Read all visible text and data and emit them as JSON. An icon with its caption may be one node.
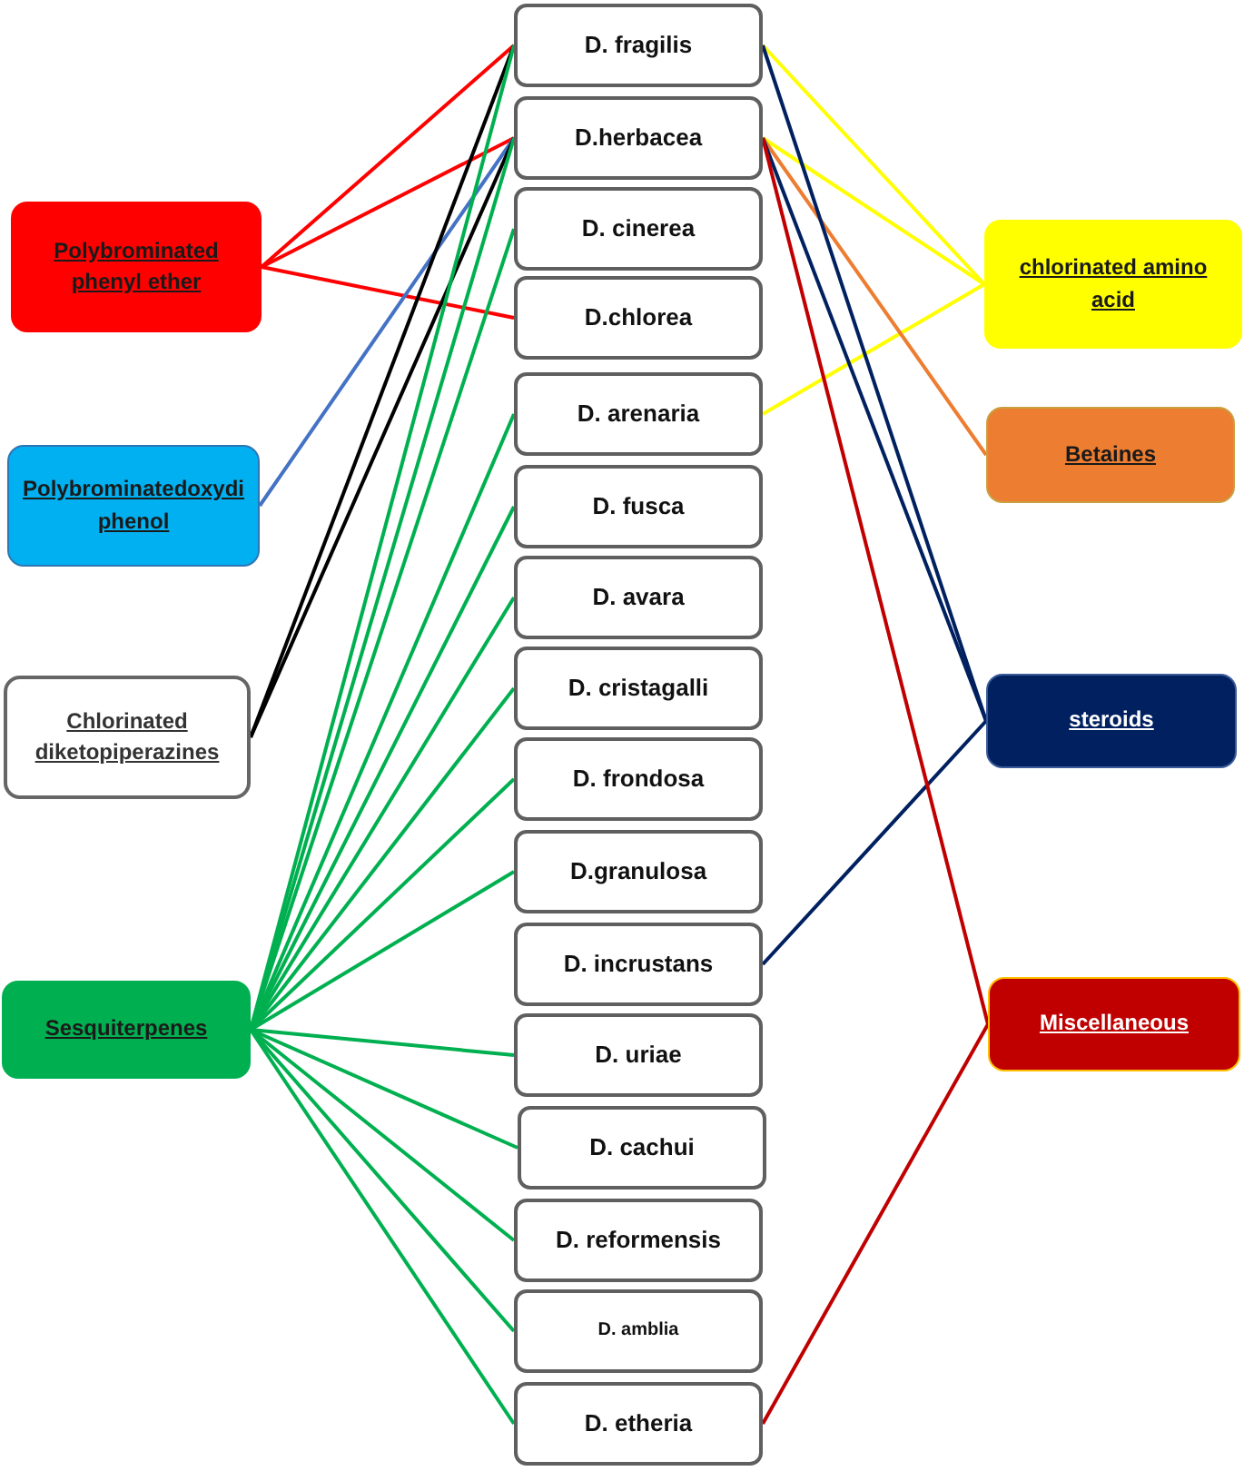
{
  "diagram": {
    "nodes": [
      {
        "text": [
          "Polybrominated phenyl ether"
        ]
      },
      {
        "text": [
          "Polybrominatedoxydi phenol"
        ]
      },
      {
        "text": [
          "Chlorinated diketopiperazines"
        ]
      },
      {
        "text": [
          "Sesquiterpenes"
        ]
      },
      {
        "text": [
          "D. fragilis"
        ]
      },
      {
        "text": [
          "D.herbacea"
        ]
      },
      {
        "text": [
          "D. cinerea"
        ]
      },
      {
        "text": [
          "D.chlorea"
        ]
      },
      {
        "text": [
          "D. arenaria"
        ]
      },
      {
        "text": [
          "D. fusca"
        ]
      },
      {
        "text": [
          "D. avara"
        ]
      },
      {
        "text": [
          "D. cristagalli"
        ]
      },
      {
        "text": [
          "D. frondosa"
        ]
      },
      {
        "text": [
          "D.granulosa"
        ]
      },
      {
        "text": [
          "D. incrustans"
        ]
      },
      {
        "text": [
          "D. uriae"
        ]
      },
      {
        "text": [
          "D. cachui"
        ]
      },
      {
        "text": [
          "D. reformensis"
        ]
      },
      {
        "text": [
          "D. amblia"
        ]
      },
      {
        "text": [
          "D. etheria"
        ]
      },
      {
        "text": [
          "chlorinated amino acid"
        ]
      },
      {
        "text": [
          "Betaines"
        ]
      },
      {
        "text": [
          "steroids"
        ]
      },
      {
        "text": [
          "Miscellaneous"
        ]
      }
    ],
    "edges": [
      {
        "from": 0,
        "to": 4,
        "arrow": "none",
        "color": "#ff0000"
      },
      {
        "from": 0,
        "to": 5,
        "arrow": "none",
        "color": "#ff0000"
      },
      {
        "from": 0,
        "to": 7,
        "arrow": "none",
        "color": "#ff0000"
      },
      {
        "from": 1,
        "to": 5,
        "arrow": "none",
        "color": "#4472c4"
      },
      {
        "from": 2,
        "to": 4,
        "arrow": "none",
        "color": "#000000"
      },
      {
        "from": 2,
        "to": 5,
        "arrow": "none",
        "color": "#000000"
      },
      {
        "from": 3,
        "to": 4,
        "arrow": "none"
      },
      {
        "from": 3,
        "to": 5,
        "arrow": "none"
      },
      {
        "from": 3,
        "to": 6,
        "arrow": "none"
      },
      {
        "from": 3,
        "to": 8,
        "arrow": "none"
      },
      {
        "from": 3,
        "to": 9,
        "arrow": "none"
      },
      {
        "from": 3,
        "to": 10,
        "arrow": "none"
      },
      {
        "from": 3,
        "to": 11,
        "arrow": "none"
      },
      {
        "from": 3,
        "to": 12,
        "arrow": "none"
      },
      {
        "from": 3,
        "to": 13,
        "arrow": "none"
      },
      {
        "from": 3,
        "to": 15,
        "arrow": "none"
      },
      {
        "from": 3,
        "to": 16,
        "arrow": "none"
      },
      {
        "from": 3,
        "to": 17,
        "arrow": "none"
      },
      {
        "from": 3,
        "to": 18,
        "arrow": "none"
      },
      {
        "from": 3,
        "to": 19,
        "arrow": "none"
      },
      {
        "from": 20,
        "to": 4,
        "arrow": "none",
        "color": "#ffff00"
      },
      {
        "from": 20,
        "to": 5,
        "arrow": "none",
        "color": "#ffff00"
      },
      {
        "from": 20,
        "to": 8,
        "arrow": "none",
        "color": "#ffff00"
      },
      {
        "from": 21,
        "to": 5,
        "arrow": "none",
        "color": "#ed7d31"
      },
      {
        "from": 22,
        "to": 4,
        "arrow": "none",
        "color": "#002060"
      },
      {
        "from": 22,
        "to": 5,
        "arrow": "none",
        "color": "#002060"
      },
      {
        "from": 22,
        "to": 14,
        "arrow": "none",
        "color": "#002060"
      },
      {
        "from": 23,
        "to": 5,
        "arrow": "none",
        "color": "#c00000"
      },
      {
        "from": 23,
        "to": 19,
        "arrow": "none",
        "color": "#c00000"
      }
    ]
  }
}
